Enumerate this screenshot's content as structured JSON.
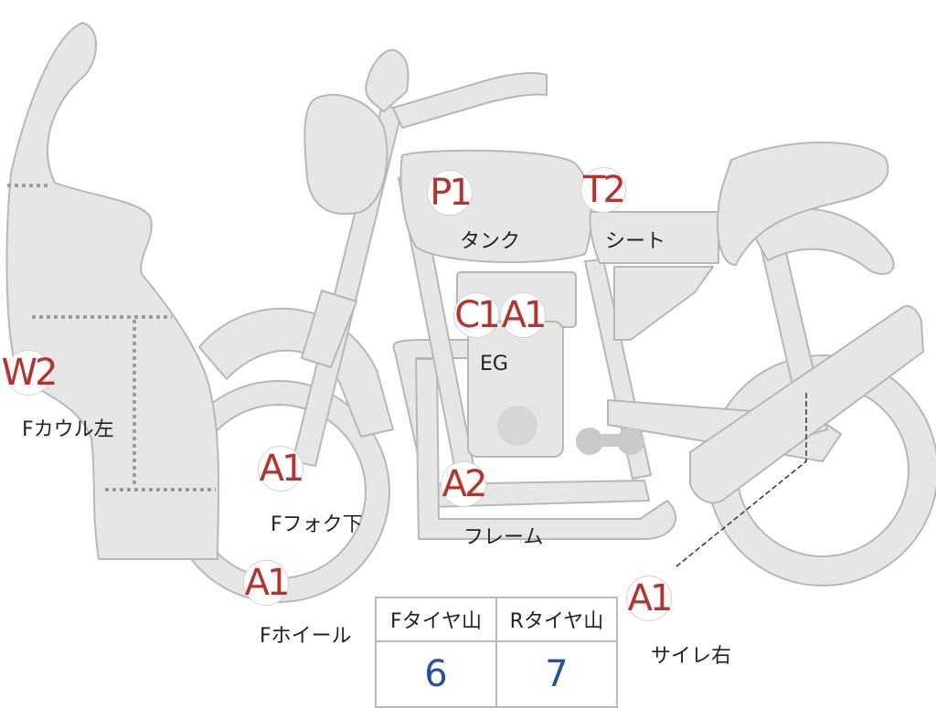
{
  "annotations": [
    {
      "id": "tank",
      "code": "P1",
      "label": "タンク"
    },
    {
      "id": "seat",
      "code": "T2",
      "label": "シート"
    },
    {
      "id": "eg_c1",
      "code": "C1",
      "label": ""
    },
    {
      "id": "eg_a1",
      "code": "A1",
      "label": "EG"
    },
    {
      "id": "cowl",
      "code": "W2",
      "label": "Fカウル左"
    },
    {
      "id": "fork",
      "code": "A1",
      "label": "Fフォク下"
    },
    {
      "id": "frame",
      "code": "A2",
      "label": "フレーム"
    },
    {
      "id": "wheel",
      "code": "A1",
      "label": "Fホイール"
    },
    {
      "id": "muffler",
      "code": "A1",
      "label": "サイレ右"
    }
  ],
  "tire_table": {
    "headers": [
      "Fタイヤ山",
      "Rタイヤ山"
    ],
    "values": [
      "6",
      "7"
    ]
  },
  "colors": {
    "part_fill": "#e6e6e4",
    "part_outline": "#b7b7b7",
    "badge_text": "#b5332f",
    "value_text": "#2a4f9a"
  }
}
